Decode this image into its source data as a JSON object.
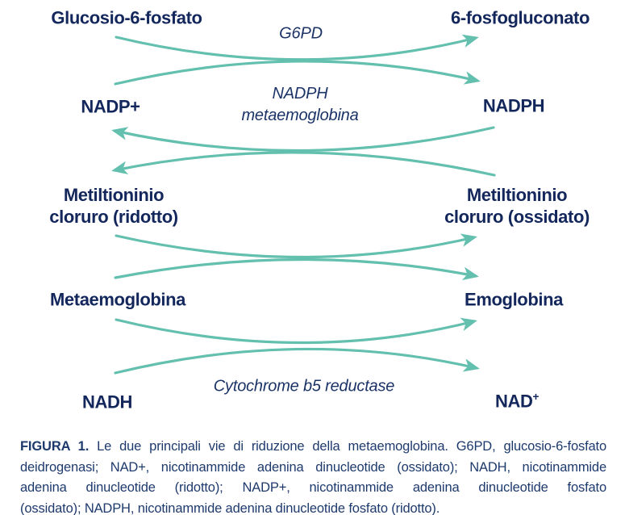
{
  "colors": {
    "teal": "#63bfae",
    "navy": "#13275c",
    "enzyme": "#1b3367",
    "caption": "#1e3a6d"
  },
  "diagram": {
    "nodes": {
      "r1_left": "Glucosio-6-fosfato",
      "r1_right": "6-fosfogluconato",
      "r2_left": "NADP+",
      "r2_right": "NADPH",
      "r3_left_line1": "Metiltioninio",
      "r3_left_line2": "cloruro (ridotto)",
      "r3_right_line1": "Metiltioninio",
      "r3_right_line2": "cloruro (ossidato)",
      "r4_left": "Metaemoglobina",
      "r4_right": "Emoglobina",
      "r5_left": "NADH",
      "r5_right_base": "NAD",
      "r5_right_sup": "+"
    },
    "enzymes": {
      "g6pd": "G6PD",
      "nadph_met_line1": "NADPH",
      "nadph_met_line2": "metaemoglobina",
      "cytb5": "Cytochrome b5 reductase"
    }
  },
  "caption": {
    "label": "FIGURA 1.",
    "line1_rest": "Le due principali vie di riduzione della metaemoglobina. G6PD, glucosio-6-fosfato",
    "line2": "deidrogenasi; NAD+, nicotinammide adenina dinucleotide (ossidato); NADH, nicotinammide",
    "line3": "adenina dinucleotide (ridotto); NADP+, nicotinammide adenina dinucleotide fosfato",
    "line4": "(ossidato); NADPH, nicotinammide adenina dinucleotide fosfato (ridotto)."
  }
}
